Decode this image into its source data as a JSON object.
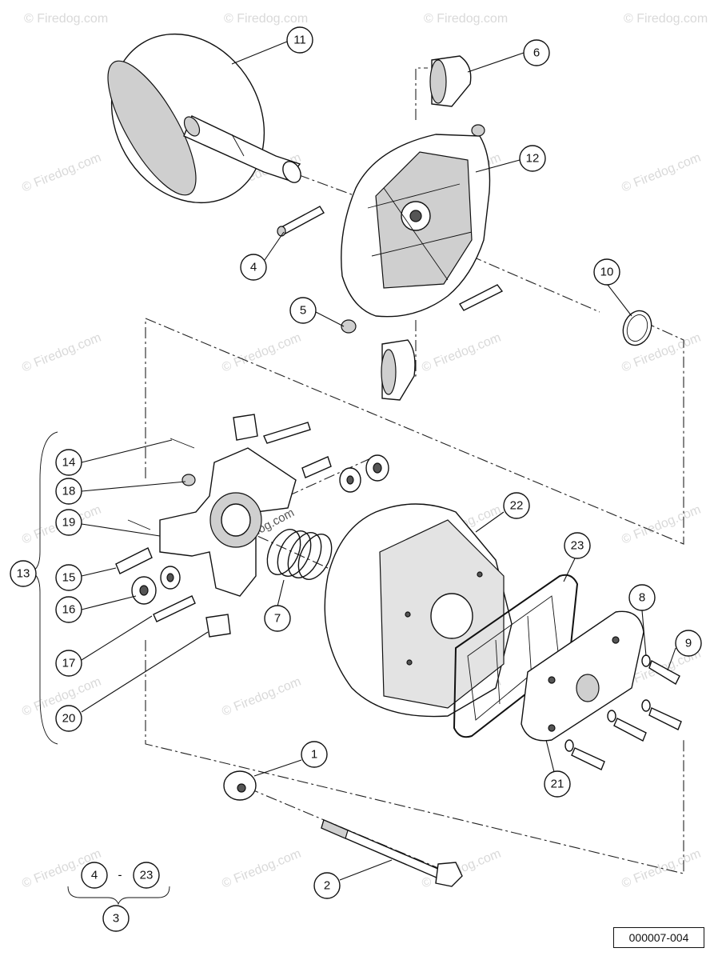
{
  "watermark": "© Firedog.com",
  "callouts": [
    "1",
    "2",
    "3",
    "4",
    "5",
    "6",
    "7",
    "8",
    "9",
    "10",
    "11",
    "12",
    "13",
    "14",
    "15",
    "16",
    "17",
    "18",
    "19",
    "20",
    "21",
    "22",
    "23"
  ],
  "range_label": {
    "from": "4",
    "separator": "-",
    "to": "23",
    "kit": "3"
  },
  "reference_number": "000007-004"
}
